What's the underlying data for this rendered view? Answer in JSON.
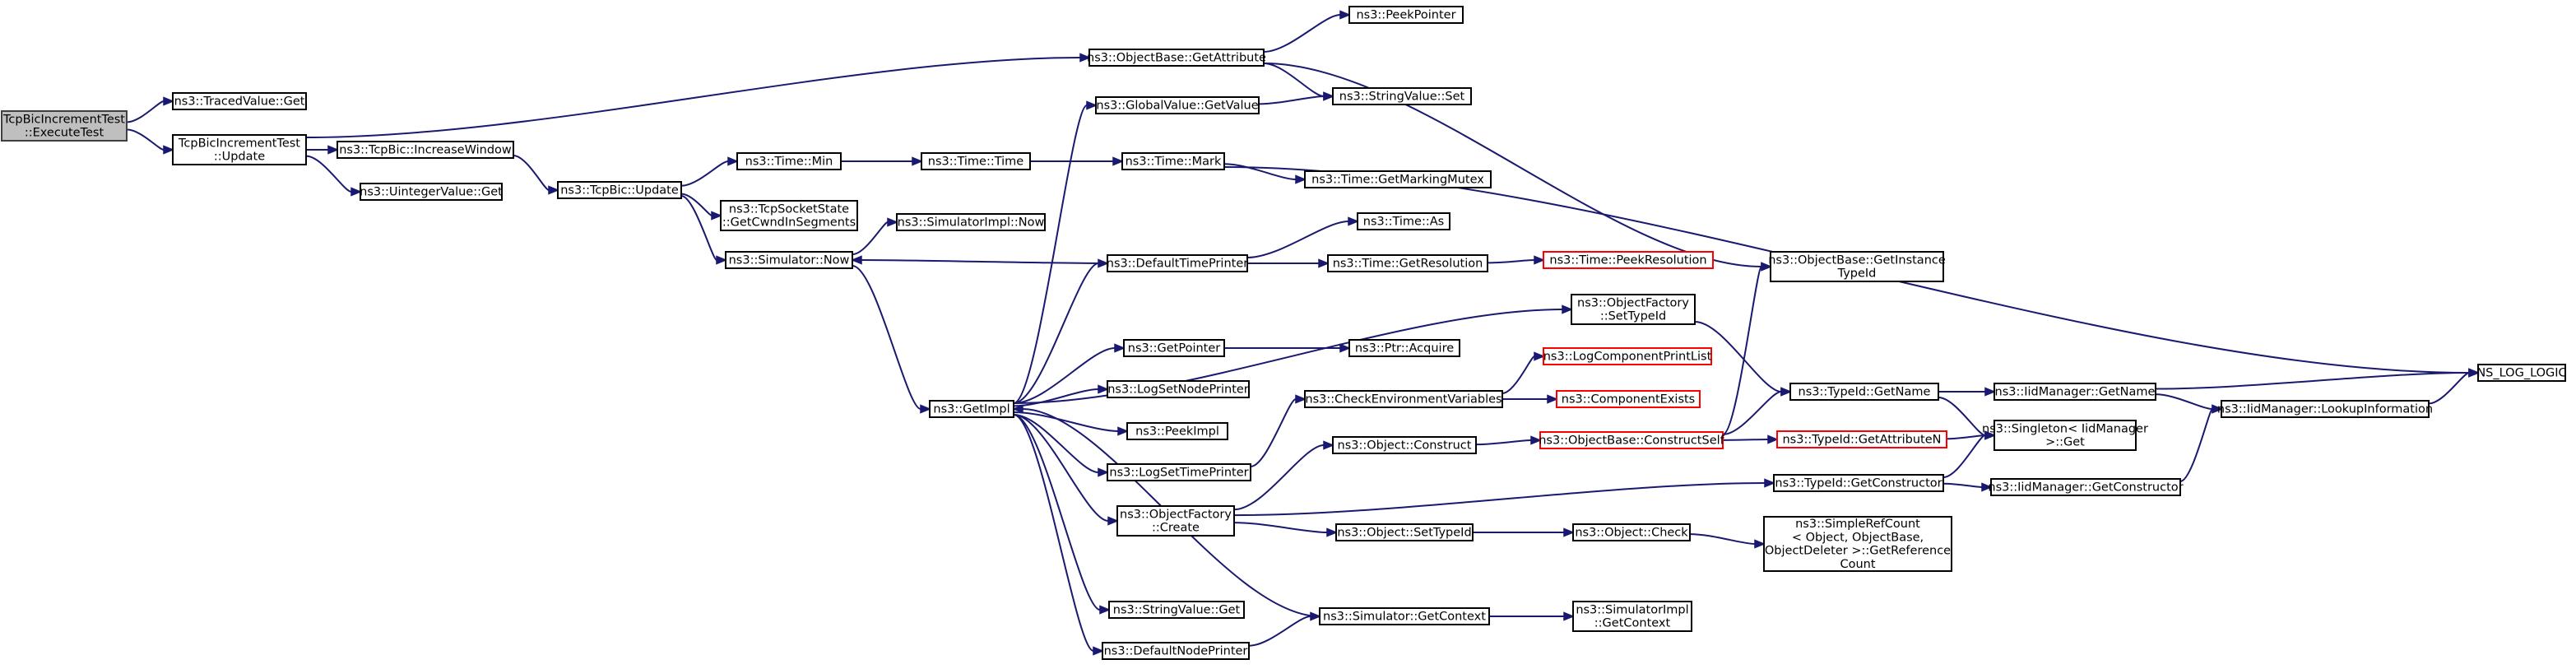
{
  "diagram": {
    "nodes": [
      {
        "id": "root",
        "lines": [
          "TcpBicIncrementTest",
          "::ExecuteTest"
        ],
        "style": "root"
      },
      {
        "id": "tracedget",
        "lines": [
          "ns3::TracedValue::Get"
        ]
      },
      {
        "id": "update",
        "lines": [
          "TcpBicIncrementTest",
          "::Update"
        ]
      },
      {
        "id": "incwin",
        "lines": [
          "ns3::TcpBic::IncreaseWindow"
        ]
      },
      {
        "id": "uintget",
        "lines": [
          "ns3::UintegerValue::Get"
        ]
      },
      {
        "id": "bicupdate",
        "lines": [
          "ns3::TcpBic::Update"
        ]
      },
      {
        "id": "timemin",
        "lines": [
          "ns3::Time::Min"
        ]
      },
      {
        "id": "cwndseg",
        "lines": [
          "ns3::TcpSocketState",
          "::GetCwndInSegments"
        ]
      },
      {
        "id": "simnow",
        "lines": [
          "ns3::Simulator::Now"
        ]
      },
      {
        "id": "simimplnow",
        "lines": [
          "ns3::SimulatorImpl::Now"
        ]
      },
      {
        "id": "timetime",
        "lines": [
          "ns3::Time::Time"
        ]
      },
      {
        "id": "getattr",
        "lines": [
          "ns3::ObjectBase::GetAttribute"
        ]
      },
      {
        "id": "peekptr",
        "lines": [
          "ns3::PeekPointer"
        ]
      },
      {
        "id": "strset",
        "lines": [
          "ns3::StringValue::Set"
        ]
      },
      {
        "id": "globget",
        "lines": [
          "ns3::GlobalValue::GetValue"
        ]
      },
      {
        "id": "timemark",
        "lines": [
          "ns3::Time::Mark"
        ]
      },
      {
        "id": "markmutex",
        "lines": [
          "ns3::Time::GetMarkingMutex"
        ]
      },
      {
        "id": "timeas",
        "lines": [
          "ns3::Time::As"
        ]
      },
      {
        "id": "deftime",
        "lines": [
          "ns3::DefaultTimePrinter"
        ]
      },
      {
        "id": "getres",
        "lines": [
          "ns3::Time::GetResolution"
        ]
      },
      {
        "id": "peekres",
        "lines": [
          "ns3::Time::PeekResolution"
        ],
        "style": "red"
      },
      {
        "id": "getimpl",
        "lines": [
          "ns3::GetImpl"
        ]
      },
      {
        "id": "getptr",
        "lines": [
          "ns3::GetPointer"
        ]
      },
      {
        "id": "acquire",
        "lines": [
          "ns3::Ptr::Acquire"
        ]
      },
      {
        "id": "logsetnode",
        "lines": [
          "ns3::LogSetNodePrinter"
        ]
      },
      {
        "id": "peekimpl",
        "lines": [
          "ns3::PeekImpl"
        ]
      },
      {
        "id": "logsettime",
        "lines": [
          "ns3::LogSetTimePrinter"
        ]
      },
      {
        "id": "ofcreate",
        "lines": [
          "ns3::ObjectFactory",
          "::Create"
        ]
      },
      {
        "id": "strget",
        "lines": [
          "ns3::StringValue::Get"
        ]
      },
      {
        "id": "defnode",
        "lines": [
          "ns3::DefaultNodePrinter"
        ]
      },
      {
        "id": "checkenv",
        "lines": [
          "ns3::CheckEnvironmentVariables"
        ]
      },
      {
        "id": "logcompprint",
        "lines": [
          "ns3::LogComponentPrintList"
        ],
        "style": "red"
      },
      {
        "id": "compexists",
        "lines": [
          "ns3::ComponentExists"
        ],
        "style": "red"
      },
      {
        "id": "ofsettype",
        "lines": [
          "ns3::ObjectFactory",
          "::SetTypeId"
        ]
      },
      {
        "id": "objconstruct",
        "lines": [
          "ns3::Object::Construct"
        ]
      },
      {
        "id": "constructself",
        "lines": [
          "ns3::ObjectBase::ConstructSelf"
        ],
        "style": "red"
      },
      {
        "id": "objsettype",
        "lines": [
          "ns3::Object::SetTypeId"
        ]
      },
      {
        "id": "objcheck",
        "lines": [
          "ns3::Object::Check"
        ]
      },
      {
        "id": "simctx",
        "lines": [
          "ns3::Simulator::GetContext"
        ]
      },
      {
        "id": "simimplctx",
        "lines": [
          "ns3::SimulatorImpl",
          "::GetContext"
        ]
      },
      {
        "id": "getinsttype",
        "lines": [
          "ns3::ObjectBase::GetInstance",
          "TypeId"
        ]
      },
      {
        "id": "typegetname",
        "lines": [
          "ns3::TypeId::GetName"
        ]
      },
      {
        "id": "getattrn",
        "lines": [
          "ns3::TypeId::GetAttributeN"
        ],
        "style": "red"
      },
      {
        "id": "typegetctor",
        "lines": [
          "ns3::TypeId::GetConstructor"
        ]
      },
      {
        "id": "refcount",
        "lines": [
          "ns3::SimpleRefCount",
          "< Object, ObjectBase,",
          "ObjectDeleter >::GetReference",
          "Count"
        ]
      },
      {
        "id": "iidgetname",
        "lines": [
          "ns3::IidManager::GetName"
        ]
      },
      {
        "id": "singleton",
        "lines": [
          "ns3::Singleton< IidManager",
          ">::Get"
        ]
      },
      {
        "id": "iidgetctor",
        "lines": [
          "ns3::IidManager::GetConstructor"
        ]
      },
      {
        "id": "lookup",
        "lines": [
          "ns3::IidManager::LookupInformation"
        ]
      },
      {
        "id": "nslog",
        "lines": [
          "NS_LOG_LOGIC"
        ]
      }
    ],
    "edges": [
      {
        "from": "root",
        "to": "tracedget"
      },
      {
        "from": "root",
        "to": "update"
      },
      {
        "from": "update",
        "to": "getattr"
      },
      {
        "from": "update",
        "to": "incwin"
      },
      {
        "from": "update",
        "to": "uintget"
      },
      {
        "from": "incwin",
        "to": "bicupdate"
      },
      {
        "from": "bicupdate",
        "to": "timemin"
      },
      {
        "from": "bicupdate",
        "to": "cwndseg"
      },
      {
        "from": "bicupdate",
        "to": "simnow"
      },
      {
        "from": "simnow",
        "to": "simimplnow"
      },
      {
        "from": "simnow",
        "to": "getimpl"
      },
      {
        "from": "timemin",
        "to": "timetime"
      },
      {
        "from": "timetime",
        "to": "timemark"
      },
      {
        "from": "getattr",
        "to": "peekptr"
      },
      {
        "from": "getattr",
        "to": "strset"
      },
      {
        "from": "getattr",
        "to": "getinsttype"
      },
      {
        "from": "globget",
        "to": "strset"
      },
      {
        "from": "timemark",
        "to": "markmutex"
      },
      {
        "from": "timemark",
        "to": "nslog"
      },
      {
        "from": "deftime",
        "to": "timeas"
      },
      {
        "from": "deftime",
        "to": "getres"
      },
      {
        "from": "deftime",
        "to": "simnow"
      },
      {
        "from": "getres",
        "to": "peekres"
      },
      {
        "from": "getimpl",
        "to": "globget"
      },
      {
        "from": "getimpl",
        "to": "deftime"
      },
      {
        "from": "getimpl",
        "to": "ofsettype"
      },
      {
        "from": "getimpl",
        "to": "getptr"
      },
      {
        "from": "getimpl",
        "to": "logsetnode"
      },
      {
        "from": "getimpl",
        "to": "peekimpl"
      },
      {
        "from": "getimpl",
        "to": "logsettime"
      },
      {
        "from": "getimpl",
        "to": "ofcreate"
      },
      {
        "from": "getimpl",
        "to": "strget"
      },
      {
        "from": "getimpl",
        "to": "defnode"
      },
      {
        "from": "getptr",
        "to": "acquire"
      },
      {
        "from": "logsettime",
        "to": "checkenv"
      },
      {
        "from": "checkenv",
        "to": "logcompprint"
      },
      {
        "from": "checkenv",
        "to": "compexists"
      },
      {
        "from": "ofcreate",
        "to": "objconstruct"
      },
      {
        "from": "ofcreate",
        "to": "objsettype"
      },
      {
        "from": "ofcreate",
        "to": "typegetctor"
      },
      {
        "from": "objconstruct",
        "to": "constructself"
      },
      {
        "from": "constructself",
        "to": "getinsttype"
      },
      {
        "from": "constructself",
        "to": "typegetname"
      },
      {
        "from": "constructself",
        "to": "getattrn"
      },
      {
        "from": "objsettype",
        "to": "objcheck"
      },
      {
        "from": "objcheck",
        "to": "refcount"
      },
      {
        "from": "simctx",
        "to": "getimpl"
      },
      {
        "from": "simctx",
        "to": "simimplctx"
      },
      {
        "from": "defnode",
        "to": "simctx"
      },
      {
        "from": "ofsettype",
        "to": "typegetname"
      },
      {
        "from": "typegetname",
        "to": "iidgetname"
      },
      {
        "from": "typegetname",
        "to": "singleton"
      },
      {
        "from": "getattrn",
        "to": "singleton"
      },
      {
        "from": "typegetctor",
        "to": "iidgetctor"
      },
      {
        "from": "typegetctor",
        "to": "singleton"
      },
      {
        "from": "iidgetname",
        "to": "nslog"
      },
      {
        "from": "iidgetname",
        "to": "lookup"
      },
      {
        "from": "iidgetctor",
        "to": "lookup"
      },
      {
        "from": "lookup",
        "to": "nslog"
      }
    ]
  },
  "colors": {
    "edge": "#191970",
    "node_border": "#000000",
    "root_fill": "#bfbfbf",
    "warning_border": "#ff0000"
  }
}
